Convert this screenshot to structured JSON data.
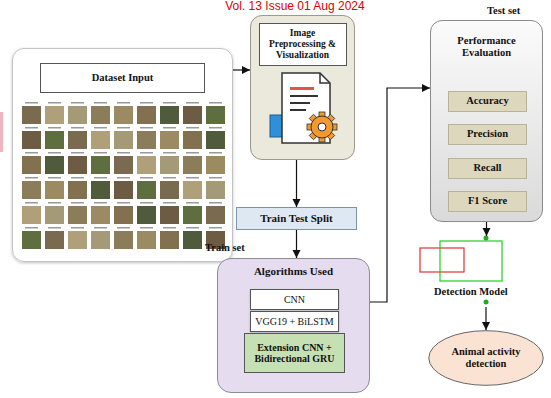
{
  "diagram": {
    "nodes": [
      {
        "text": [
          "Dataset Input"
        ]
      },
      {
        "text": [
          "Image Preprocessing & Visualization"
        ]
      },
      {
        "text": [
          "Train Test Split"
        ]
      },
      {
        "text": [
          "Algorithms Used"
        ]
      },
      {
        "text": [
          "CNN"
        ],
        "in": 3
      },
      {
        "text": [
          "VGG19 + BiLSTM"
        ],
        "in": 3
      },
      {
        "text": [
          "Extension CNN + Bidirectional GRU"
        ],
        "in": 3
      },
      {
        "text": [
          "Performance Evaluation"
        ]
      },
      {
        "text": [
          "Accuracy"
        ],
        "in": 7
      },
      {
        "text": [
          "Precision"
        ],
        "in": 7
      },
      {
        "text": [
          "Recall"
        ],
        "in": 7
      },
      {
        "text": [
          "F1 Score"
        ],
        "in": 7
      },
      {
        "text": [
          "Detection Model"
        ]
      },
      {
        "text": [
          "Animal activity detection"
        ]
      }
    ],
    "edges": [
      {
        "from": 0,
        "to": 1,
        "arrow": "to"
      },
      {
        "from": 1,
        "to": 2,
        "arrow": "to"
      },
      {
        "from": 2,
        "to": 3,
        "arrow": "to"
      },
      {
        "from": 3,
        "to": 7,
        "arrow": "to"
      },
      {
        "from": 7,
        "to": 12,
        "arrow": "to"
      },
      {
        "from": 12,
        "to": 13,
        "arrow": "to"
      }
    ],
    "labels": [
      "Vol. 13 Issue 01 Aug 2024",
      "Test set",
      "Train set"
    ]
  }
}
